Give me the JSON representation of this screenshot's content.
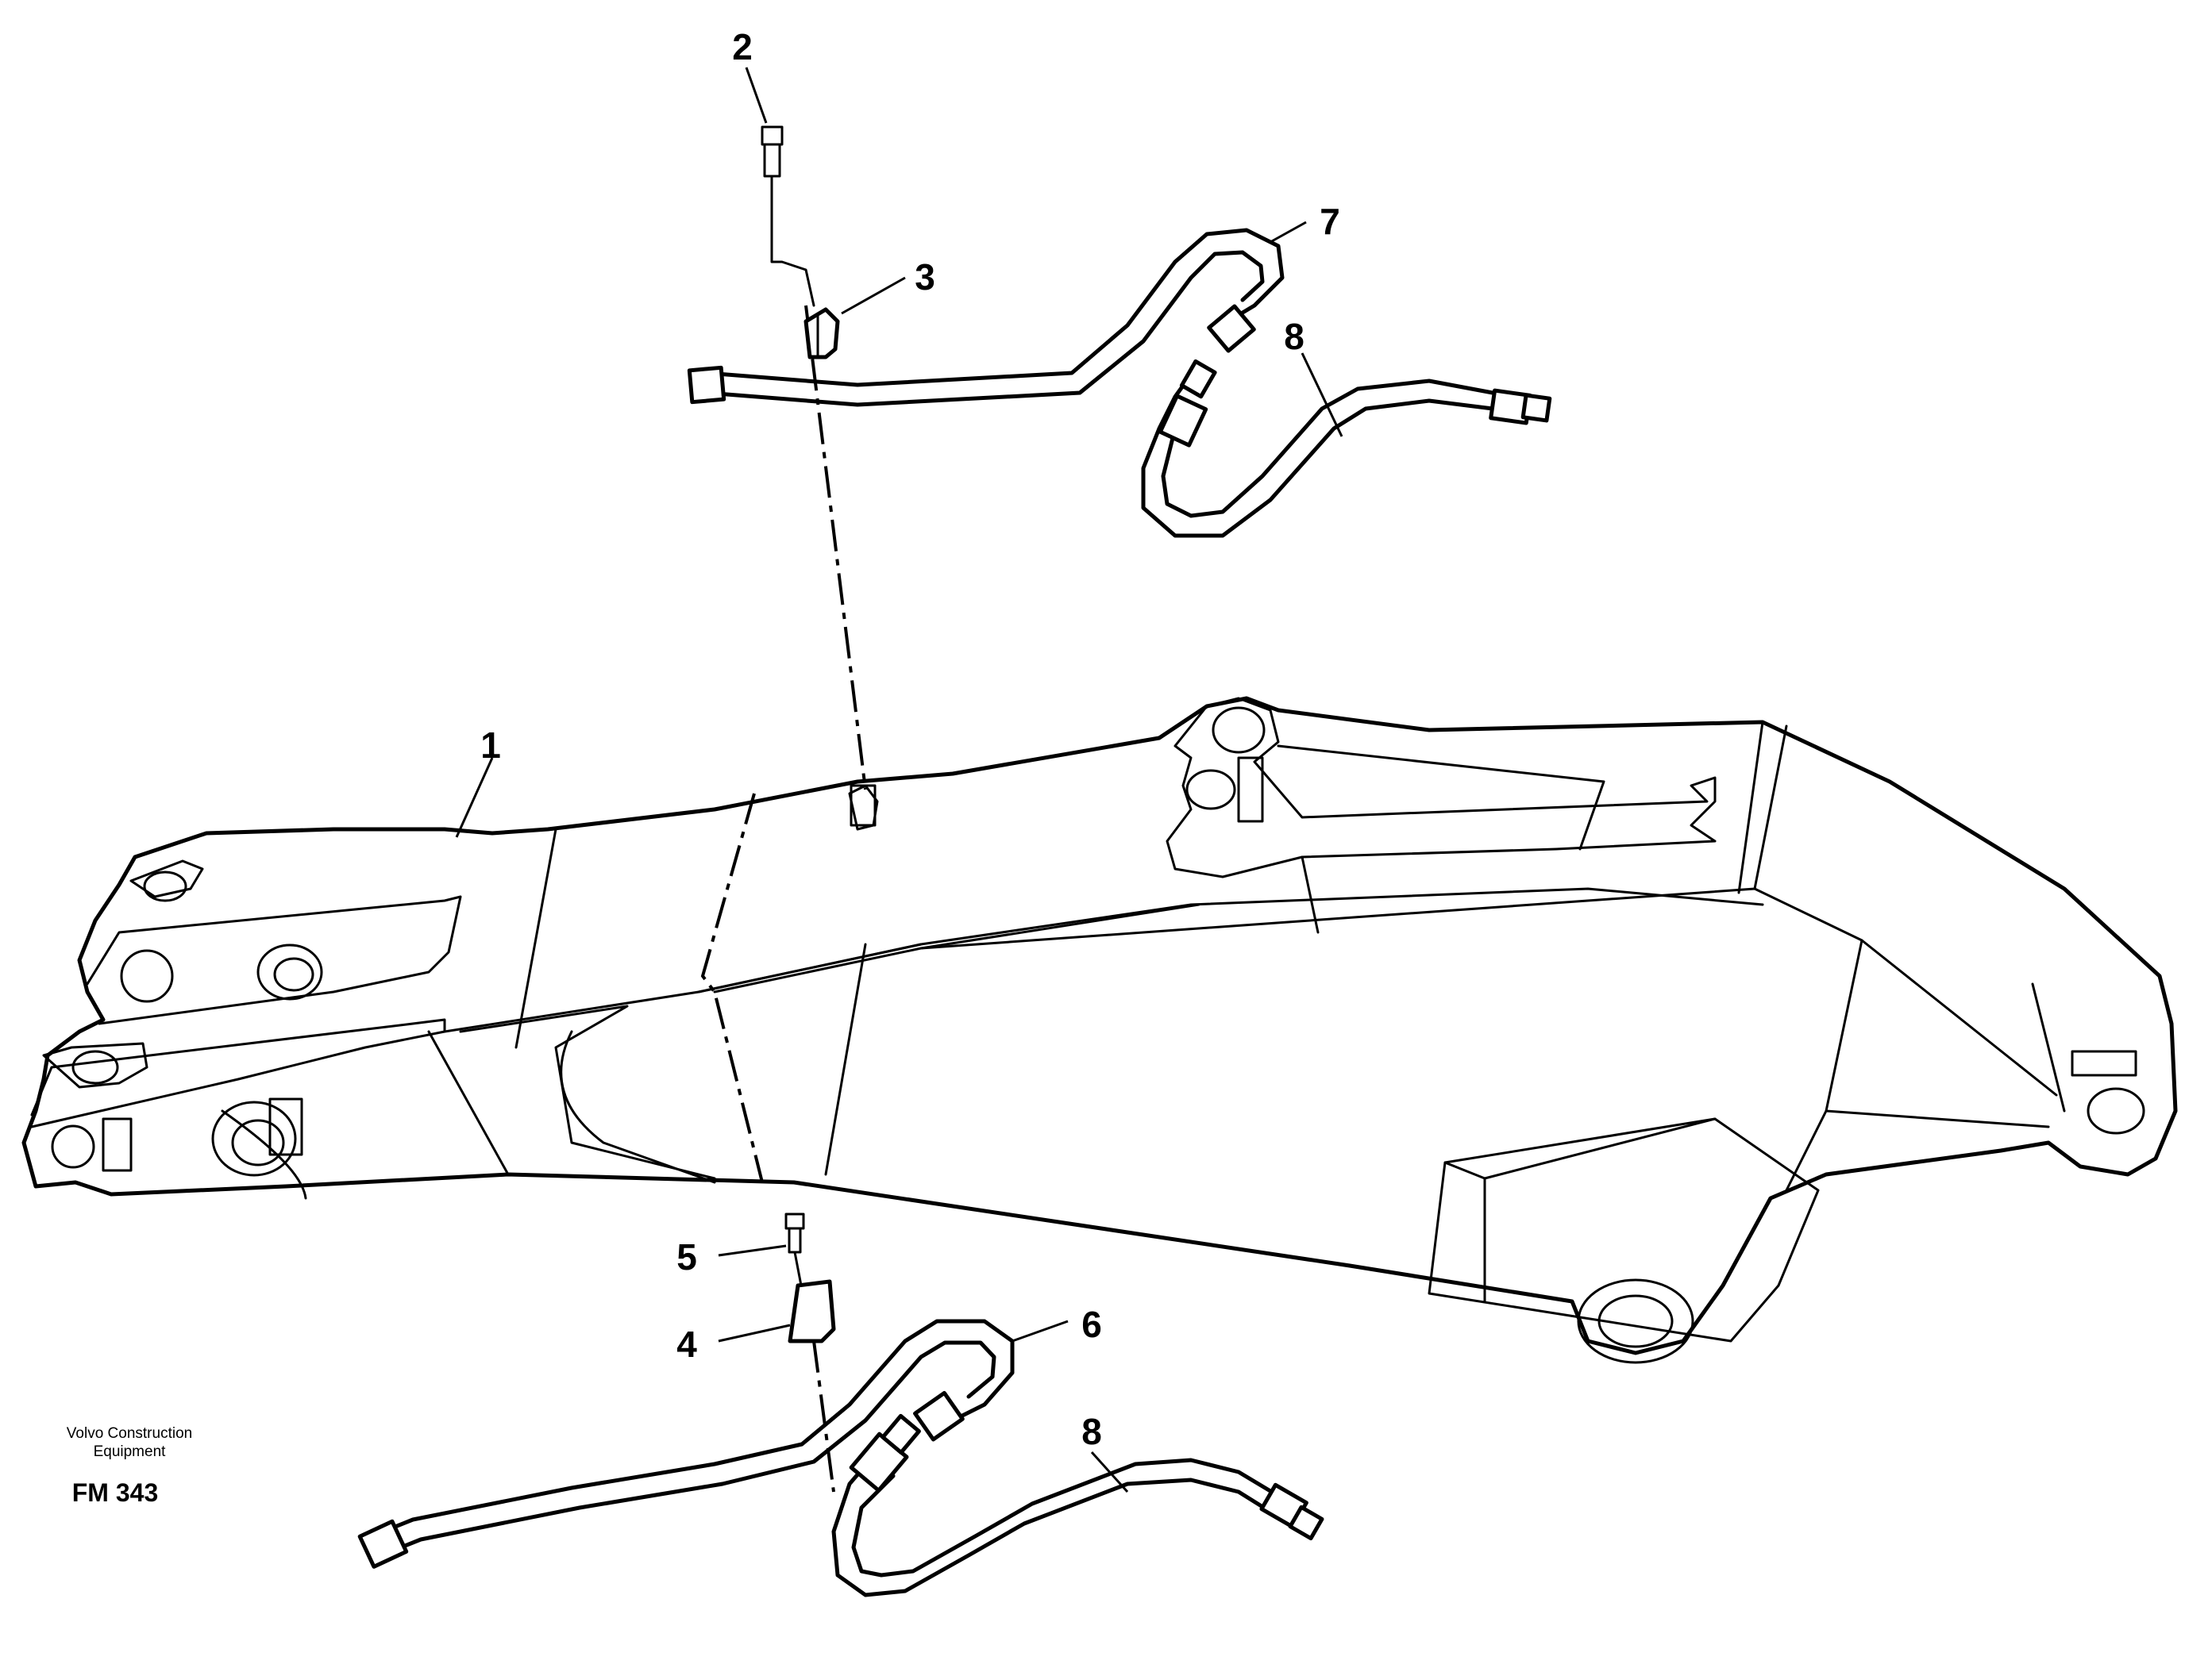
{
  "callouts": [
    {
      "id": "1",
      "label": "1"
    },
    {
      "id": "2",
      "label": "2"
    },
    {
      "id": "3",
      "label": "3"
    },
    {
      "id": "4",
      "label": "4"
    },
    {
      "id": "5",
      "label": "5"
    },
    {
      "id": "6",
      "label": "6"
    },
    {
      "id": "7",
      "label": "7"
    },
    {
      "id": "8a",
      "label": "8"
    },
    {
      "id": "8b",
      "label": "8"
    }
  ],
  "caption": {
    "company_line1": "Volvo Construction",
    "company_line2": "Equipment",
    "figure_code": "FM 343"
  }
}
